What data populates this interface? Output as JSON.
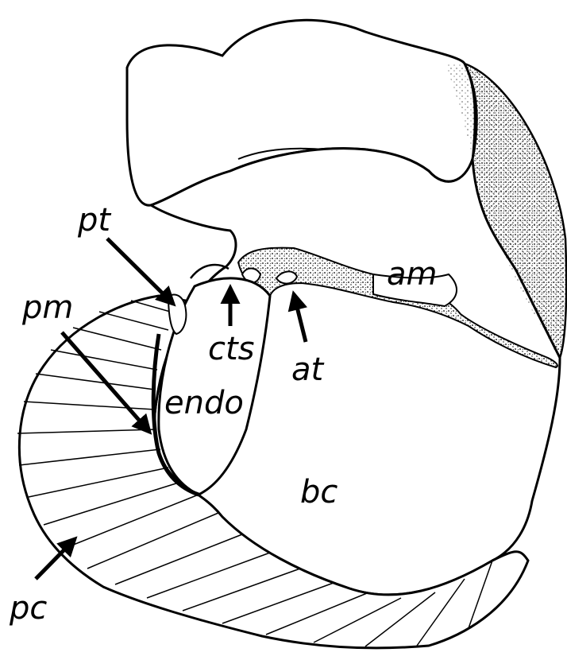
{
  "labels": {
    "pt": "pt",
    "pm": "pm",
    "cts": "cts",
    "at": "at",
    "am": "am",
    "endo": "endo",
    "bc": "bc",
    "pc": "pc"
  },
  "colors": {
    "ink": "#000000",
    "paper": "#ffffff",
    "stipple": "#555555"
  }
}
